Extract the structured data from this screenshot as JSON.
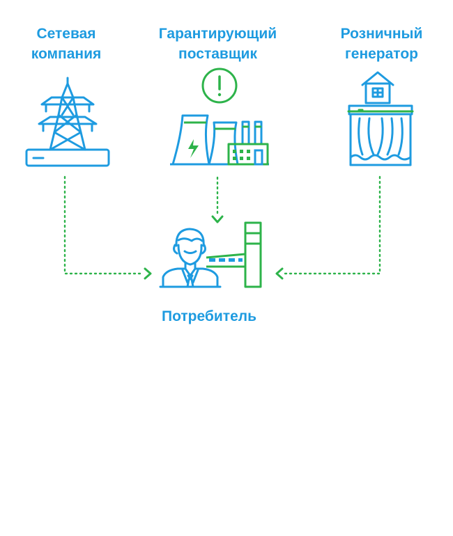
{
  "nodes": {
    "grid": {
      "line1": "Сетевая",
      "line2": "компания",
      "icon": "power-pylon-icon"
    },
    "supplier": {
      "line1": "Гарантирующий",
      "line2": "поставщик",
      "icon": "power-plant-icon",
      "badge_icon": "exclamation-icon"
    },
    "generator": {
      "line1": "Розничный",
      "line2": "генератор",
      "icon": "hydro-dam-icon"
    },
    "consumer": {
      "label": "Потребитель",
      "icon": "businessman-factory-icon"
    }
  },
  "colors": {
    "blue": "#1e9be0",
    "green": "#2db34a"
  }
}
